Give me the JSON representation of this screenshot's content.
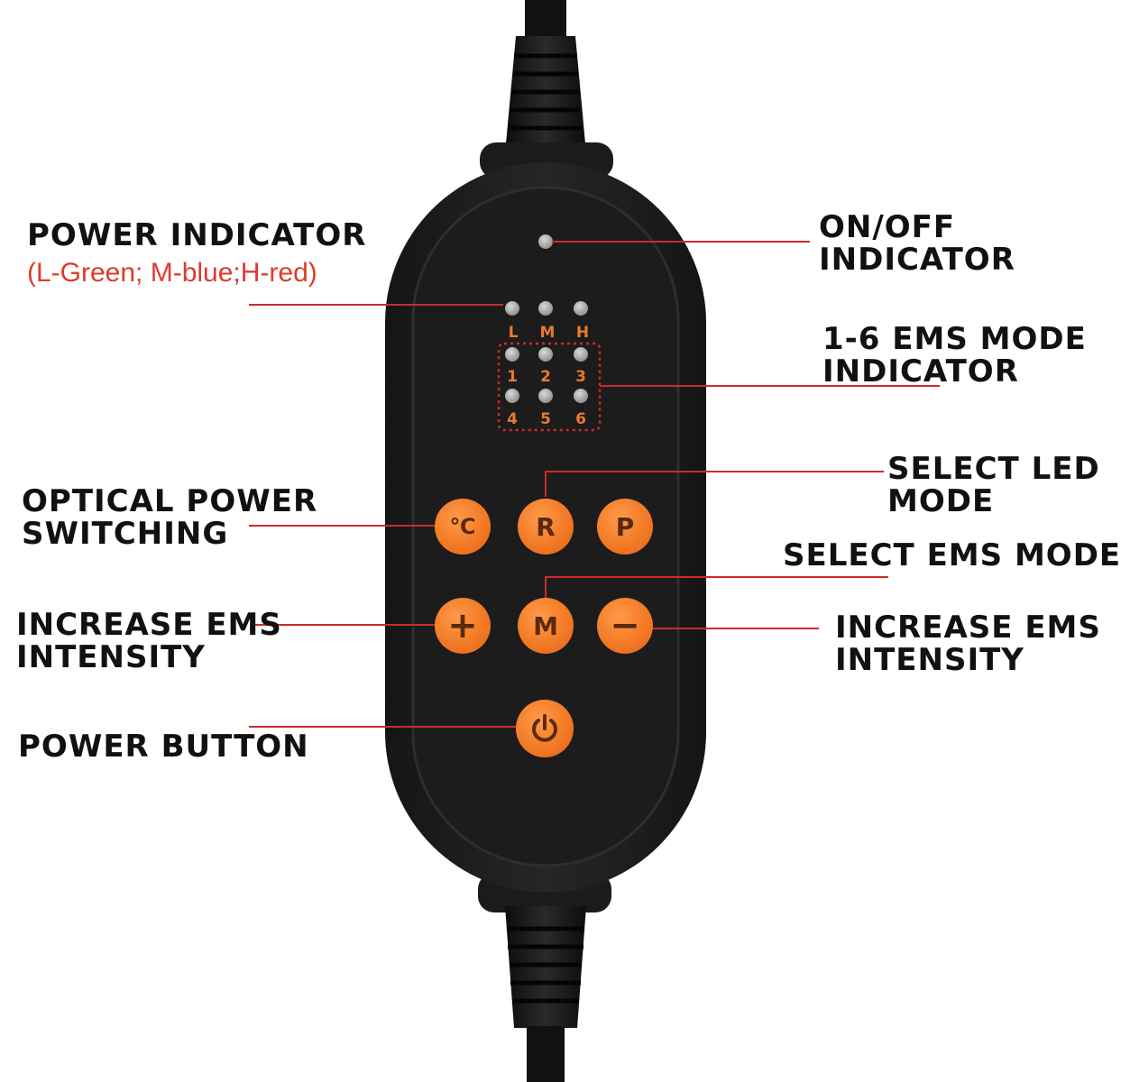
{
  "labels": {
    "power_indicator": "POWER INDICATOR",
    "power_indicator_sub": "(L-Green; M-blue;H-red)",
    "onoff": [
      "ON/OFF",
      "INDICATOR"
    ],
    "ems_mode_indicator": [
      "1-6 EMS MODE",
      "INDICATOR"
    ],
    "optical_power": [
      "OPTICAL POWER",
      "SWITCHING"
    ],
    "select_led": [
      "SELECT LED",
      "MODE"
    ],
    "select_ems": "SELECT EMS MODE",
    "increase_left": [
      "INCREASE EMS",
      "INTENSITY"
    ],
    "increase_right": [
      "INCREASE EMS",
      "INTENSITY"
    ],
    "power_button": "POWER BUTTON"
  },
  "device": {
    "level_letters": [
      "L",
      "M",
      "H"
    ],
    "mode_numbers": [
      "1",
      "2",
      "3",
      "4",
      "5",
      "6"
    ]
  },
  "buttons": {
    "celsius": "℃",
    "r": "R",
    "p": "P",
    "plus": "+",
    "m": "M",
    "minus": "−"
  },
  "icons": {
    "power": "power-icon"
  },
  "colors": {
    "button_orange": "#f37a25",
    "label_red": "#e03a2e",
    "leader_red": "#cc2b2b",
    "body_black": "#1a1a1a"
  }
}
